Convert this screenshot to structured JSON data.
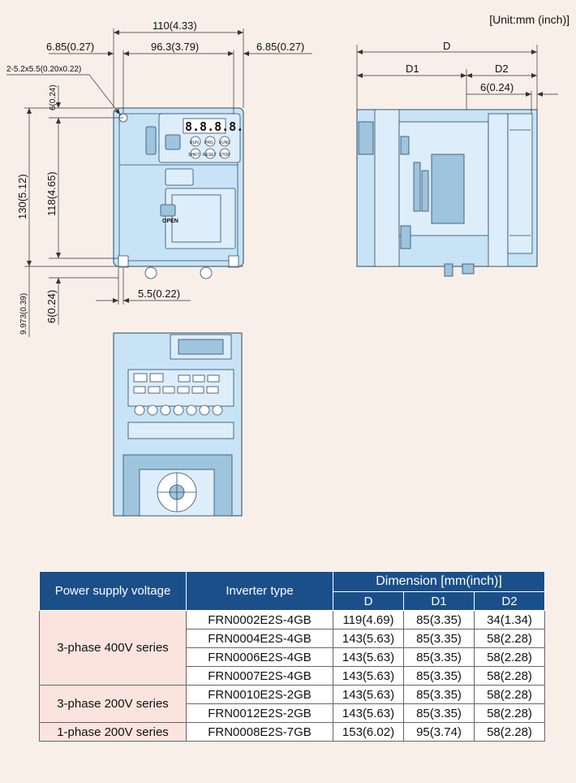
{
  "unit_note": "[Unit:mm (inch)]",
  "front_view": {
    "dims": {
      "overall_width": "110(4.33)",
      "left_margin": "6.85(0.27)",
      "center_width": "96.3(3.79)",
      "right_margin": "6.85(0.27)",
      "hole_spec": "2-5.2x5.5(0.20x0.22)",
      "top_offset": "6(0.24)",
      "overall_height": "130(5.12)",
      "hole_pitch": "118(4.65)",
      "bottom_offset": "6(0.24)",
      "slot_height": "9.973(0.39)",
      "slot_width": "5.5(0.22)"
    },
    "keypad": {
      "display": "8.8.8.8.",
      "keys": [
        "RUN",
        "STOP",
        "PRG",
        "FUNC",
        "SHIFT",
        "RESET"
      ],
      "open_label": "OPEN"
    }
  },
  "side_view": {
    "dims": {
      "depth": "D",
      "d1": "D1",
      "d2": "D2",
      "offset": "6(0.24)"
    }
  },
  "table": {
    "headers": {
      "power": "Power supply voltage",
      "inverter": "Inverter type",
      "dimension": "Dimension [mm(inch)]",
      "d": "D",
      "d1": "D1",
      "d2": "D2"
    },
    "groups": [
      {
        "label": "3-phase 400V series",
        "rows": [
          {
            "type": "FRN0002E2S-4GB",
            "d": "119(4.69)",
            "d1": "85(3.35)",
            "d2": "34(1.34)"
          },
          {
            "type": "FRN0004E2S-4GB",
            "d": "143(5.63)",
            "d1": "85(3.35)",
            "d2": "58(2.28)"
          },
          {
            "type": "FRN0006E2S-4GB",
            "d": "143(5.63)",
            "d1": "85(3.35)",
            "d2": "58(2.28)"
          },
          {
            "type": "FRN0007E2S-4GB",
            "d": "143(5.63)",
            "d1": "85(3.35)",
            "d2": "58(2.28)"
          }
        ]
      },
      {
        "label": "3-phase 200V series",
        "rows": [
          {
            "type": "FRN0010E2S-2GB",
            "d": "143(5.63)",
            "d1": "85(3.35)",
            "d2": "58(2.28)"
          },
          {
            "type": "FRN0012E2S-2GB",
            "d": "143(5.63)",
            "d1": "85(3.35)",
            "d2": "58(2.28)"
          }
        ]
      },
      {
        "label": "1-phase 200V series",
        "rows": [
          {
            "type": "FRN0008E2S-7GB",
            "d": "153(6.02)",
            "d1": "95(3.74)",
            "d2": "58(2.28)"
          }
        ]
      }
    ]
  },
  "colors": {
    "header_bg": "#1b4f8a",
    "group_bg": "#fbe4dd",
    "device_fill": "#c7e3f5",
    "page_bg": "#f8efe8"
  }
}
